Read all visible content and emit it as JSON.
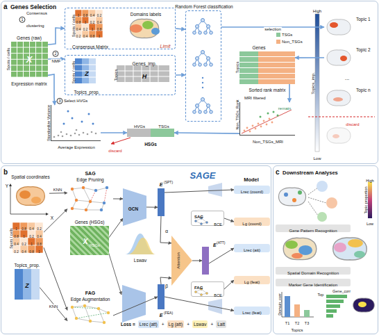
{
  "diagram": {
    "nodes": [
      {
        "text": [
          "a",
          "Genes Selection"
        ]
      },
      {
        "text": [
          "Genes (raw)",
          "X",
          "Spots / cells",
          "Expression matrix"
        ],
        "in": 0
      },
      {
        "text": [
          "Spots / cells",
          "Consensus Matrix",
          "Domains labels",
          "Limit"
        ],
        "in": 0
      },
      {
        "text": [
          "Spots / cells",
          "Z",
          "Topics_prop.",
          "Genes_imp.",
          "Topics",
          "H"
        ],
        "in": 0
      },
      {
        "text": [
          "Random Forest classification"
        ],
        "in": 0
      },
      {
        "text": [
          "Topic 1"
        ],
        "in": 0
      },
      {
        "text": [
          "Topic 2"
        ],
        "in": 0
      },
      {
        "text": [
          "Topic n"
        ],
        "in": 0
      },
      {
        "text": [
          "Genes",
          "Topics",
          "Sorted rank matrix"
        ],
        "in": 0
      },
      {
        "text": [
          "Non_TSGs_Rank",
          "Non_TSGs_MRI",
          "remain"
        ],
        "in": 0
      },
      {
        "text": [
          "HVGs",
          "TSGs",
          "HSGs"
        ],
        "in": 0
      },
      {
        "text": [
          "Standardize Variance",
          "Average Expression"
        ],
        "in": 0
      },
      {
        "text": [
          "b"
        ]
      },
      {
        "text": [
          "Spatial coordinates",
          "Y",
          "X"
        ],
        "in": 12
      },
      {
        "text": [
          "Spots / cells"
        ],
        "in": 12
      },
      {
        "text": [
          "Topics_prop.",
          "Z"
        ],
        "in": 12
      },
      {
        "text": [
          "SAG",
          "Edge Pruning"
        ],
        "in": 12
      },
      {
        "text": [
          "Genes (HSGs)",
          "X",
          "HSGs"
        ],
        "in": 12
      },
      {
        "text": [
          "FAG",
          "Edge Augmentation"
        ],
        "in": 12
      },
      {
        "text": [
          "GCN"
        ],
        "in": 12
      },
      {
        "text": [
          "E",
          "(SPT)"
        ],
        "in": 12
      },
      {
        "text": [
          "E",
          "(FEA)"
        ],
        "in": 12
      },
      {
        "text": [
          "Attention"
        ],
        "in": 12
      },
      {
        "text": [
          "E",
          "(ATT)"
        ],
        "in": 12
      },
      {
        "text": [
          "Lrec (coord)"
        ],
        "in": 12
      },
      {
        "text": [
          "Lg (coord)"
        ],
        "in": 12
      },
      {
        "text": [
          "SAG",
          "BCE"
        ],
        "in": 12
      },
      {
        "text": [
          "Lrec (att)"
        ],
        "in": 12
      },
      {
        "text": [
          "Lg (feat)"
        ],
        "in": 12
      },
      {
        "text": [
          "FAG",
          "BCE"
        ],
        "in": 12
      },
      {
        "text": [
          "Lrec (feat)"
        ],
        "in": 12
      },
      {
        "text": [
          "c",
          "Downstream Analyses"
        ]
      },
      {
        "text": [
          "Gene Pattern Recognition"
        ],
        "in": 31
      },
      {
        "text": [
          "Spatial Domain Recognition"
        ],
        "in": 31
      },
      {
        "text": [
          "Marker Gene Identification"
        ],
        "in": 31
      }
    ],
    "edges": [
      {
        "from": 1,
        "to": 2,
        "label": "Consensus clustering",
        "arrow": "to"
      },
      {
        "from": 1,
        "to": 3,
        "label": "NMF",
        "arrow": "to"
      },
      {
        "from": 1,
        "to": 11,
        "label": "Select HVGs",
        "arrow": "to"
      },
      {
        "from": 2,
        "to": 4,
        "arrow": "to"
      },
      {
        "from": 3,
        "to": 4,
        "arrow": "to"
      },
      {
        "from": 4,
        "to": 5,
        "label": "selection",
        "arrow": "to"
      },
      {
        "from": 6,
        "to": 8,
        "arrow": "to"
      },
      {
        "from": 8,
        "to": 9,
        "label": "MRI filtered",
        "arrow": "to"
      },
      {
        "from": 9,
        "to": 10,
        "arrow": "to"
      },
      {
        "from": 11,
        "to": 10,
        "arrow": "to"
      },
      {
        "from": 13,
        "to": 16,
        "label": "KNN",
        "arrow": "to"
      },
      {
        "from": 14,
        "to": 16,
        "arrow": "to"
      },
      {
        "from": 14,
        "to": 18,
        "arrow": "to"
      },
      {
        "from": 15,
        "to": 18,
        "label": "KNN",
        "arrow": "to"
      },
      {
        "from": 16,
        "to": 19,
        "arrow": "to"
      },
      {
        "from": 17,
        "to": 19,
        "arrow": "to"
      },
      {
        "from": 19,
        "to": 20,
        "arrow": "to"
      },
      {
        "from": 20,
        "to": 22,
        "arrow": "to"
      },
      {
        "from": 21,
        "to": 22,
        "arrow": "to"
      },
      {
        "from": 22,
        "to": 23,
        "arrow": "to"
      },
      {
        "from": 20,
        "to": 24,
        "arrow": "to"
      },
      {
        "from": 26,
        "to": 25,
        "arrow": "to"
      },
      {
        "from": 23,
        "to": 27,
        "arrow": "to"
      },
      {
        "from": 29,
        "to": 28,
        "arrow": "to"
      },
      {
        "from": 21,
        "to": 30,
        "arrow": "to"
      },
      {
        "from": 18,
        "to": 21,
        "arrow": "to"
      }
    ],
    "labels": [
      "1",
      "2",
      "3",
      "1",
      "0.8",
      "0.4",
      "0.2",
      "0.8",
      "1",
      "0.2",
      "0.4",
      "0.4",
      "0.2",
      "1",
      "0.8",
      "0.2",
      "0.4",
      "0.8",
      "1",
      "...",
      "High",
      "Low",
      "Topics_imp.",
      "discard",
      "discard",
      "1",
      "0.8",
      "0.4",
      "0.2",
      "0.8",
      "1",
      "0.2",
      "0.4",
      "0.4",
      "0.2",
      "1",
      "0.8",
      "0.2",
      "0.4",
      "0.8",
      "1",
      "Lswav",
      "α",
      "β",
      "SAGE",
      "Model",
      "Loss =",
      "Lrec (att)",
      "+",
      "Lg (att)",
      "+",
      "Lswav",
      "+",
      "Latt",
      "Topic proportion",
      "High",
      "Low",
      "Domain_corr",
      "T1",
      "T2",
      "T3",
      "Topics",
      "Gene_corr",
      "Top"
    ],
    "legend": [
      {
        "text": "TSGs",
        "color": "#8cc89b"
      },
      {
        "text": "Non_TSGs",
        "color": "#f4b183"
      }
    ]
  }
}
